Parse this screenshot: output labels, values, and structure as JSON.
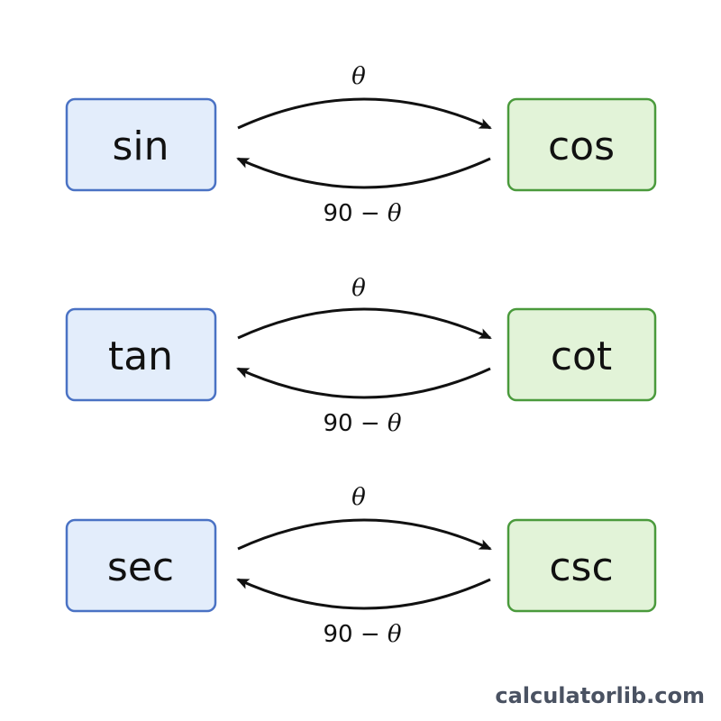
{
  "colors": {
    "left_fill": "#e3edfb",
    "left_stroke": "#4a72c4",
    "right_fill": "#e2f3d8",
    "right_stroke": "#4a9a3c",
    "arrow": "#111111"
  },
  "pairs": [
    {
      "left": "sin",
      "right": "cos",
      "forward_label": "θ",
      "back_label_prefix": "90 − ",
      "back_label_theta": "θ"
    },
    {
      "left": "tan",
      "right": "cot",
      "forward_label": "θ",
      "back_label_prefix": "90 − ",
      "back_label_theta": "θ"
    },
    {
      "left": "sec",
      "right": "csc",
      "forward_label": "θ",
      "back_label_prefix": "90 − ",
      "back_label_theta": "θ"
    }
  ],
  "watermark": "calculatorlib.com"
}
